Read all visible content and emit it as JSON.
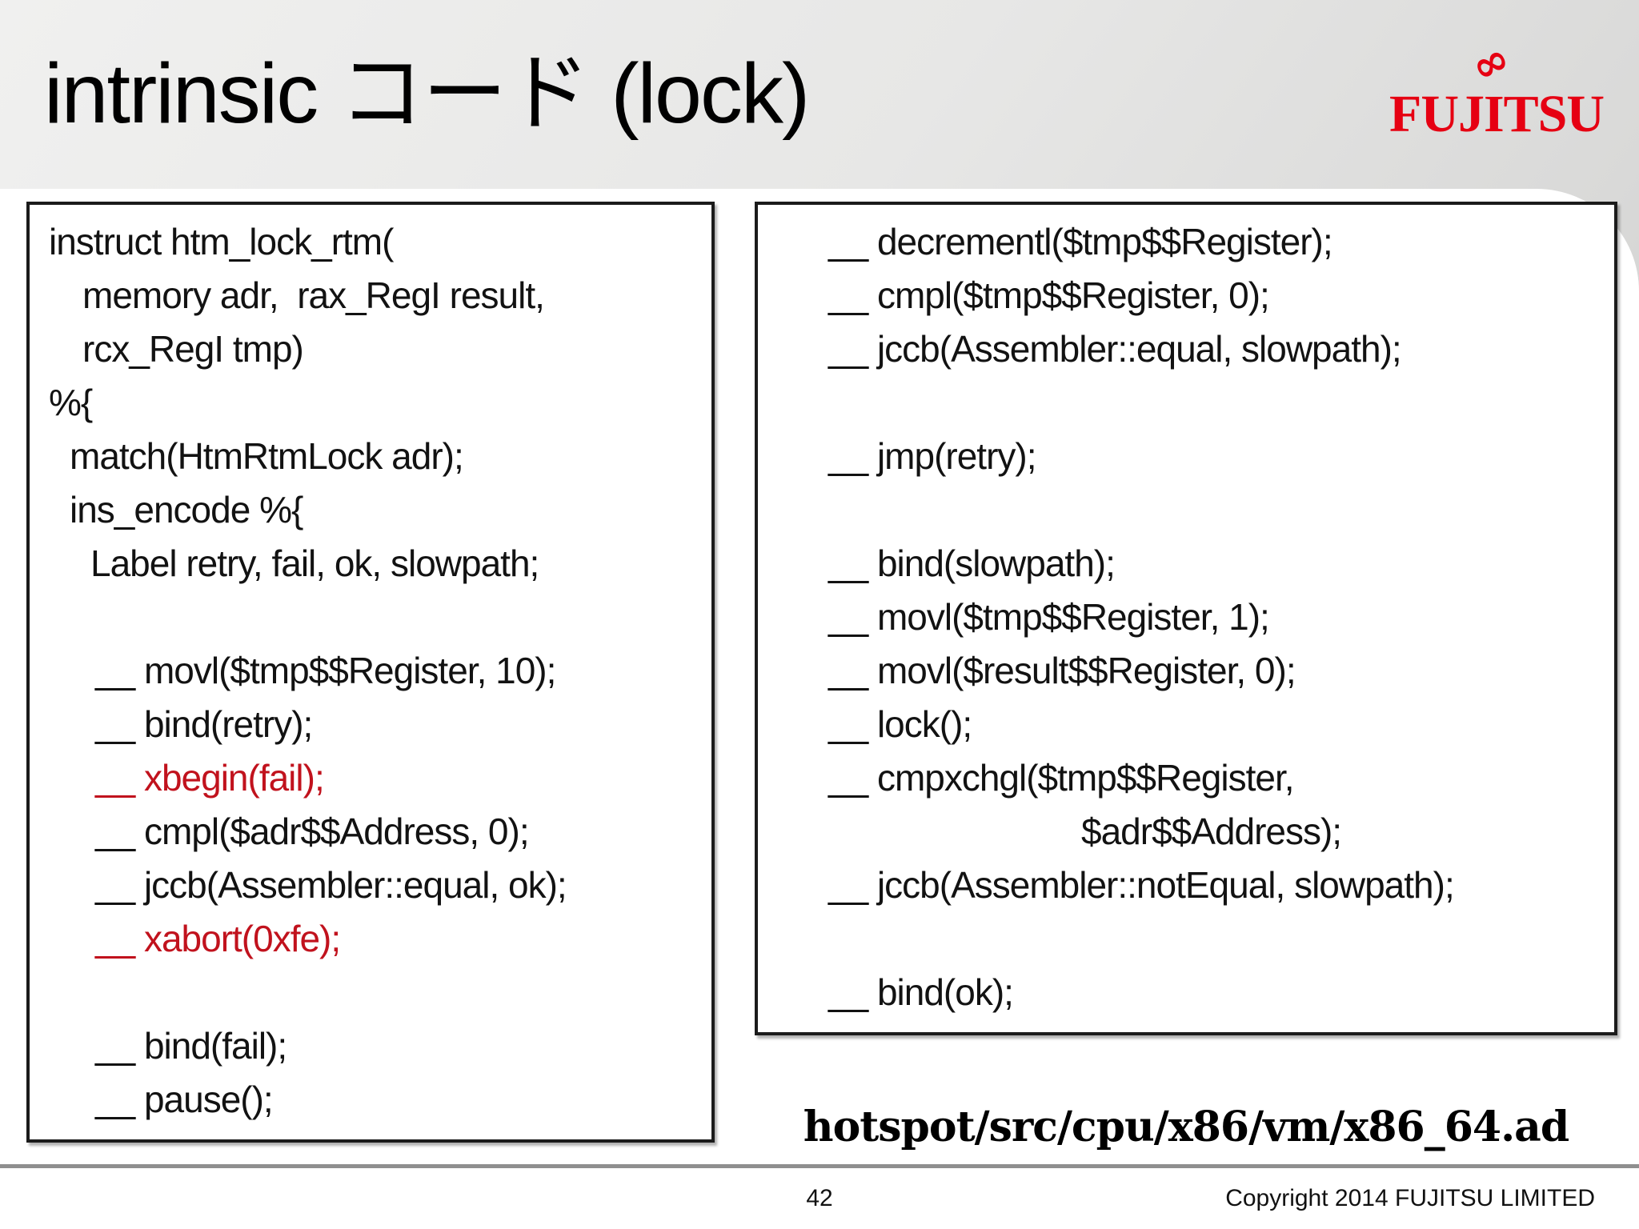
{
  "header": {
    "title": "intrinsic コード (lock)",
    "logo_text": "FUJITSU",
    "logo_symbol": "∞"
  },
  "colors": {
    "logo_red": "#e60012",
    "code_red": "#c1121d",
    "code_black": "#121212",
    "band_gray_light": "#f0f0ef",
    "band_gray_dark": "#c3c3c2",
    "divider_gray": "#8f8f8f"
  },
  "code_left": {
    "lines": [
      {
        "text": "instruct htm_lock_rtm(",
        "indent": 0
      },
      {
        "text": "memory adr,  rax_RegI result,",
        "indent": 42
      },
      {
        "text": "rcx_RegI tmp)",
        "indent": 42
      },
      {
        "text": "%{",
        "indent": 0
      },
      {
        "text": "match(HtmRtmLock adr);",
        "indent": 26
      },
      {
        "text": "ins_encode %{",
        "indent": 26
      },
      {
        "text": "Label retry, fail, ok, slowpath;",
        "indent": 52
      },
      {
        "text": "",
        "blank": true
      },
      {
        "text": "__ movl($tmp$$Register, 10);",
        "indent": 58
      },
      {
        "text": "__ bind(retry);",
        "indent": 58
      },
      {
        "text": "__ xbegin(fail);",
        "indent": 58,
        "red": true
      },
      {
        "text": "__ cmpl($adr$$Address, 0);",
        "indent": 58
      },
      {
        "text": "__ jccb(Assembler::equal, ok);",
        "indent": 58
      },
      {
        "text": "__ xabort(0xfe);",
        "indent": 58,
        "red": true
      },
      {
        "text": "",
        "blank": true
      },
      {
        "text": "__ bind(fail);",
        "indent": 58
      },
      {
        "text": "__ pause();",
        "indent": 58
      }
    ]
  },
  "code_right": {
    "lines": [
      {
        "text": "__ decrementl($tmp$$Register);",
        "indent": 64
      },
      {
        "text": "__ cmpl($tmp$$Register, 0);",
        "indent": 64
      },
      {
        "text": "__ jccb(Assembler::equal, slowpath);",
        "indent": 64
      },
      {
        "text": "",
        "blank": true
      },
      {
        "text": "__ jmp(retry);",
        "indent": 64
      },
      {
        "text": "",
        "blank": true
      },
      {
        "text": "__ bind(slowpath);",
        "indent": 64
      },
      {
        "text": "__ movl($tmp$$Register, 1);",
        "indent": 64
      },
      {
        "text": "__ movl($result$$Register, 0);",
        "indent": 64
      },
      {
        "text": "__ lock();",
        "indent": 64
      },
      {
        "text": "__ cmpxchgl($tmp$$Register,",
        "indent": 64
      },
      {
        "text": "$adr$$Address);",
        "indent": 380
      },
      {
        "text": "__ jccb(Assembler::notEqual, slowpath);",
        "indent": 64
      },
      {
        "text": "",
        "blank": true
      },
      {
        "text": "__ bind(ok);",
        "indent": 64
      }
    ]
  },
  "footer": {
    "file_path": "hotspot/src/cpu/x86/vm/x86_64.ad",
    "page_number": "42",
    "copyright": "Copyright 2014 FUJITSU LIMITED"
  }
}
